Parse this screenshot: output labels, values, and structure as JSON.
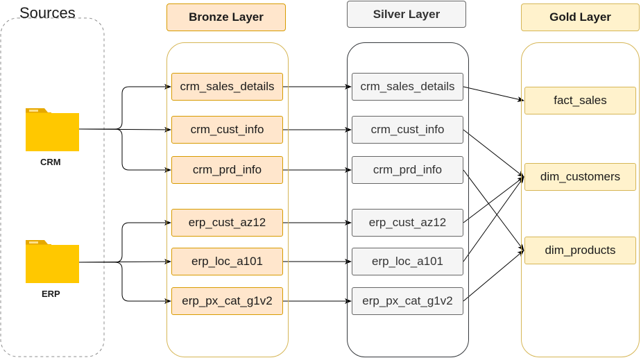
{
  "sources": {
    "title": "Sources",
    "crm_label": "CRM",
    "erp_label": "ERP",
    "folder_icon": "folder-icon"
  },
  "layers": {
    "bronze": {
      "title": "Bronze Layer",
      "color_fill": "#ffe6cc",
      "color_stroke": "#d79b00"
    },
    "silver": {
      "title": "Silver Layer",
      "color_fill": "#f5f5f5",
      "color_stroke": "#666666"
    },
    "gold": {
      "title": "Gold Layer",
      "color_fill": "#fff2cc",
      "color_stroke": "#d6b656"
    }
  },
  "bronze_tables": [
    "crm_sales_details",
    "crm_cust_info",
    "crm_prd_info",
    "erp_cust_az12",
    "erp_loc_a101",
    "erp_px_cat_g1v2"
  ],
  "silver_tables": [
    "crm_sales_details",
    "crm_cust_info",
    "crm_prd_info",
    "erp_cust_az12",
    "erp_loc_a101",
    "erp_px_cat_g1v2"
  ],
  "gold_tables": [
    "fact_sales",
    "dim_customers",
    "dim_products"
  ],
  "edges": [
    {
      "from": "CRM",
      "to": "bronze:crm_sales_details"
    },
    {
      "from": "CRM",
      "to": "bronze:crm_cust_info"
    },
    {
      "from": "CRM",
      "to": "bronze:crm_prd_info"
    },
    {
      "from": "ERP",
      "to": "bronze:erp_cust_az12"
    },
    {
      "from": "ERP",
      "to": "bronze:erp_loc_a101"
    },
    {
      "from": "ERP",
      "to": "bronze:erp_px_cat_g1v2"
    },
    {
      "from": "bronze:crm_sales_details",
      "to": "silver:crm_sales_details"
    },
    {
      "from": "bronze:crm_cust_info",
      "to": "silver:crm_cust_info"
    },
    {
      "from": "bronze:crm_prd_info",
      "to": "silver:crm_prd_info"
    },
    {
      "from": "bronze:erp_cust_az12",
      "to": "silver:erp_cust_az12"
    },
    {
      "from": "bronze:erp_loc_a101",
      "to": "silver:erp_loc_a101"
    },
    {
      "from": "bronze:erp_px_cat_g1v2",
      "to": "silver:erp_px_cat_g1v2"
    },
    {
      "from": "silver:crm_sales_details",
      "to": "gold:fact_sales"
    },
    {
      "from": "silver:crm_cust_info",
      "to": "gold:dim_customers"
    },
    {
      "from": "silver:crm_prd_info",
      "to": "gold:dim_products"
    },
    {
      "from": "silver:erp_cust_az12",
      "to": "gold:dim_customers"
    },
    {
      "from": "silver:erp_loc_a101",
      "to": "gold:dim_customers"
    },
    {
      "from": "silver:erp_px_cat_g1v2",
      "to": "gold:dim_products"
    }
  ]
}
